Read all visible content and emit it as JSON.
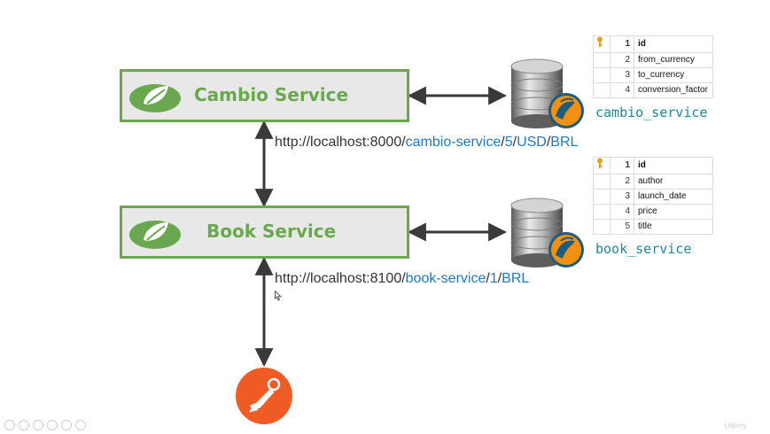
{
  "services": {
    "cambio": {
      "title": "Cambio Service"
    },
    "book": {
      "title": "Book Service"
    }
  },
  "urls": {
    "cambio": {
      "prefix": "http://localhost:8000/",
      "path": "cambio-service",
      "sep1": "/",
      "p1": "5",
      "sep2": "/",
      "p2": "USD",
      "sep3": "/",
      "p3": "BRL"
    },
    "book": {
      "prefix": "http://localhost:8100/",
      "path": "book-service",
      "sep1": "/",
      "p1": "1",
      "sep2": "/",
      "p2": "BRL"
    }
  },
  "databases": {
    "cambio": {
      "name": "cambio_service",
      "columns": [
        {
          "num": "1",
          "name": "id",
          "primary_key": true
        },
        {
          "num": "2",
          "name": "from_currency"
        },
        {
          "num": "3",
          "name": "to_currency"
        },
        {
          "num": "4",
          "name": "conversion_factor"
        }
      ]
    },
    "book": {
      "name": "book_service",
      "columns": [
        {
          "num": "1",
          "name": "id",
          "primary_key": true
        },
        {
          "num": "2",
          "name": "author"
        },
        {
          "num": "3",
          "name": "launch_date"
        },
        {
          "num": "4",
          "name": "price"
        },
        {
          "num": "5",
          "name": "title"
        }
      ]
    }
  },
  "watermark": "Udemy",
  "colors": {
    "spring_green": "#6aa84f",
    "box_fill": "#e8e8e8",
    "url_highlight": "#1f78c8",
    "db_label": "#1a8a9a",
    "postman_orange": "#ef5b25",
    "arrow": "#3a3a3a"
  }
}
